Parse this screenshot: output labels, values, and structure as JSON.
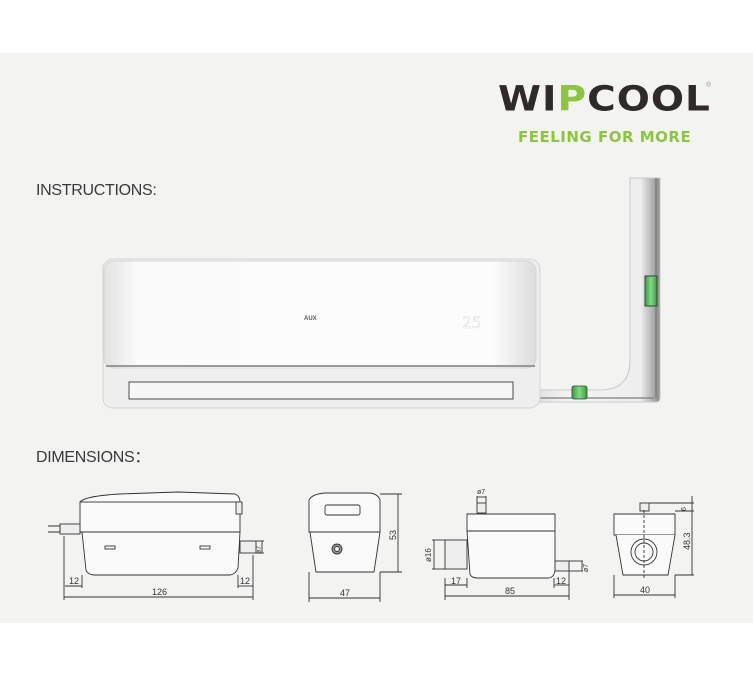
{
  "brand": {
    "name_prefix": "WI",
    "name_accent": "P",
    "name_suffix": "COOL",
    "registered_mark": "®",
    "tagline": "FEELING FOR MORE",
    "colors": {
      "text": "#2e2a28",
      "accent": "#8cc63f",
      "panel": "#f3f3f2"
    }
  },
  "sections": {
    "instructions_heading": "INSTRUCTIONS:",
    "dimensions_heading": "DIMENSIONS："
  },
  "illustration": {
    "unit_brand_mark": "AUX",
    "unit_display": "25",
    "description": "Wall-mounted air conditioner with condensate pump inside trunking duct"
  },
  "dimensions": {
    "views": [
      {
        "name": "front-view",
        "labels": {
          "left_offset": "12",
          "right_offset": "12",
          "width": "126",
          "outlet_diameter": "ø7"
        }
      },
      {
        "name": "side-view",
        "labels": {
          "width": "47",
          "height": "53"
        }
      },
      {
        "name": "top-view",
        "labels": {
          "outlet_top": "ø7",
          "inlet_diameter": "ø16",
          "left_offset": "17",
          "right_offset": "12",
          "width": "85",
          "outlet_right": "ø7"
        }
      },
      {
        "name": "end-view",
        "labels": {
          "width": "40",
          "height": "48.3",
          "top_offset": "6"
        }
      }
    ]
  }
}
